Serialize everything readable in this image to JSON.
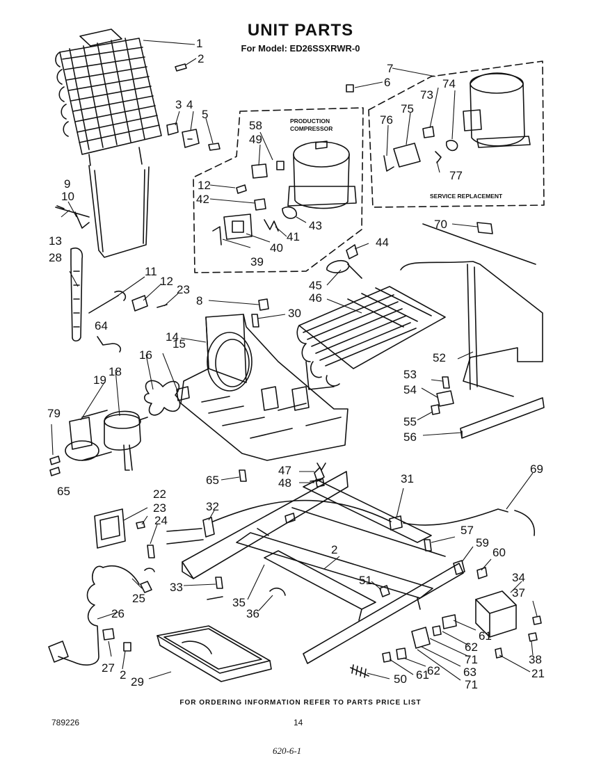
{
  "title": "UNIT PARTS",
  "model_line": "For Model: ED26SSXRWR-0",
  "box_labels": {
    "production": [
      "PRODUCTION",
      "COMPRESSOR"
    ],
    "service": "SERVICE REPLACEMENT"
  },
  "callouts": [
    "1",
    "2",
    "3",
    "4",
    "5",
    "6",
    "7",
    "8",
    "9",
    "10",
    "11",
    "12",
    "12",
    "13",
    "14",
    "15",
    "16",
    "18",
    "19",
    "2",
    "21",
    "22",
    "23",
    "23",
    "24",
    "25",
    "26",
    "27",
    "2",
    "28",
    "29",
    "30",
    "31",
    "32",
    "33",
    "34",
    "35",
    "36",
    "37",
    "38",
    "39",
    "40",
    "41",
    "42",
    "43",
    "44",
    "45",
    "46",
    "47",
    "48",
    "49",
    "50",
    "51",
    "52",
    "53",
    "54",
    "55",
    "56",
    "57",
    "58",
    "59",
    "60",
    "61",
    "61",
    "62",
    "62",
    "63",
    "64",
    "65",
    "65",
    "69",
    "70",
    "71",
    "71",
    "73",
    "74",
    "75",
    "76",
    "77",
    "79"
  ],
  "footer": "FOR ORDERING INFORMATION REFER TO PARTS PRICE LIST",
  "doc_number": "789226",
  "page_number": "14",
  "handwritten_note": "620-6-1"
}
